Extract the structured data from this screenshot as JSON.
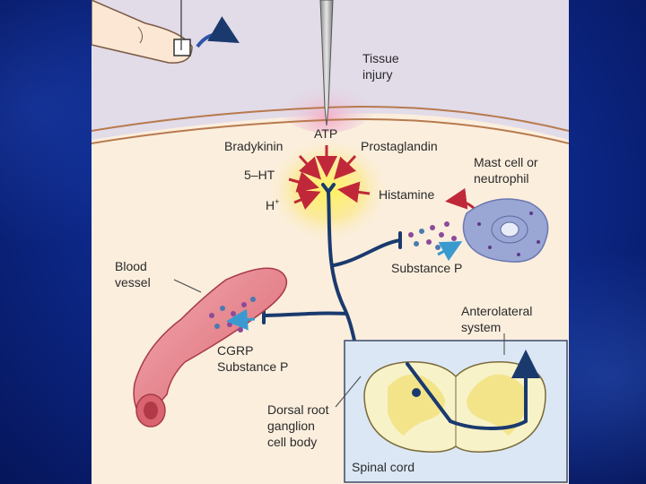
{
  "colors": {
    "slide_background": "#0d2a8e",
    "skin_surface": "#e2dbe8",
    "tissue": "#fbeedd",
    "neuron": "#1a3a6e",
    "mediator_arrow": "#c0283a",
    "release_arrow": "#3a9ad0",
    "blood_vessel": "#e88a92",
    "mast_cell": "#9aa6d4",
    "spinal_cord_box": "#dbe7f4",
    "gray_matter": "#f3eaa8"
  },
  "icons": [
    "finger-icon",
    "needle-icon",
    "curved-arrow-icon"
  ],
  "labels": {
    "tissue_injury": [
      "Tissue",
      "injury"
    ],
    "atp": "ATP",
    "bradykinin": "Bradykinin",
    "prostaglandin": "Prostaglandin",
    "five_ht": "5–HT",
    "histamine": "Histamine",
    "h_plus": "H",
    "h_plus_sup": "+",
    "mast_cell": [
      "Mast cell or",
      "neutrophil"
    ],
    "substance_p": "Substance P",
    "blood_vessel": [
      "Blood",
      "vessel"
    ],
    "cgrp": "CGRP",
    "cgrp_substance_p": "Substance P",
    "anterolateral": [
      "Anterolateral",
      "system"
    ],
    "dorsal_root": [
      "Dorsal root",
      "ganglion",
      "cell body"
    ],
    "spinal_cord": "Spinal cord"
  }
}
